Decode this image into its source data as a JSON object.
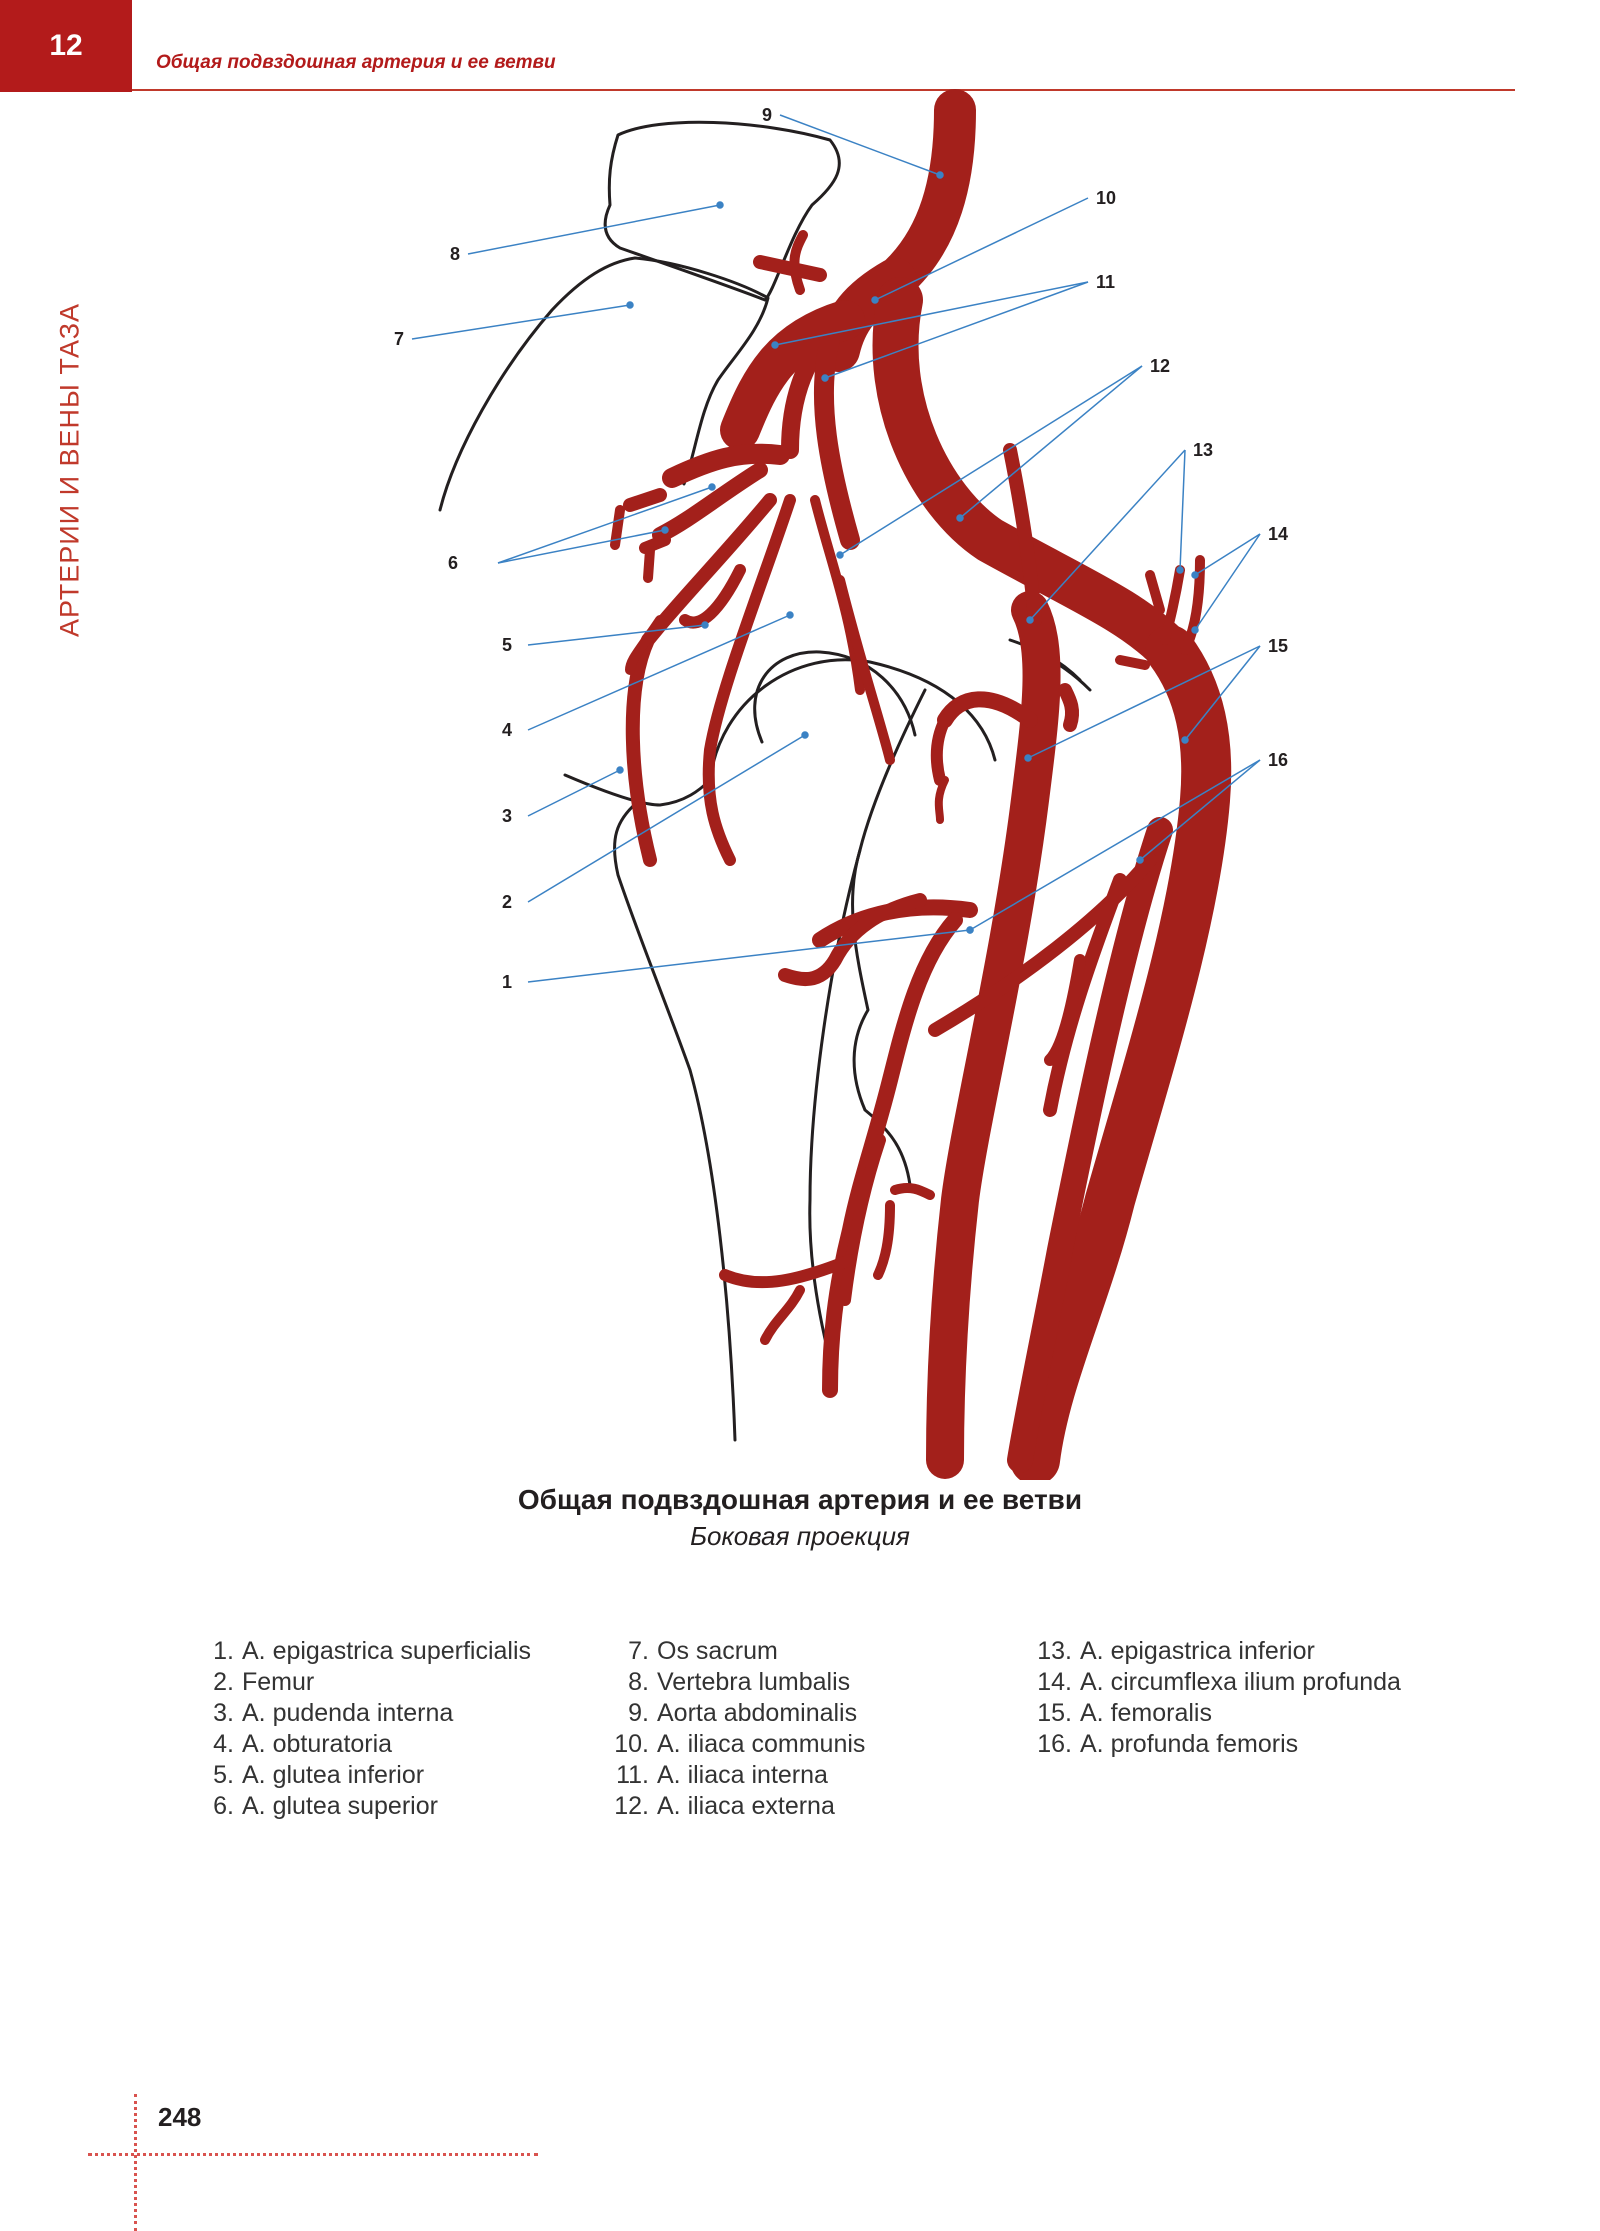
{
  "header": {
    "chapter_number": "12",
    "running_title": "Общая подвздошная артерия и ее ветви",
    "side_label": "АРТЕРИИ И ВЕНЫ ТАЗА"
  },
  "figure": {
    "caption_title": "Общая подвздошная артерия и ее ветви",
    "caption_subtitle": "Боковая проекция",
    "callouts": [
      "1",
      "2",
      "3",
      "4",
      "5",
      "6",
      "7",
      "8",
      "9",
      "10",
      "11",
      "12",
      "13",
      "14",
      "15",
      "16"
    ]
  },
  "legend": {
    "columns": [
      [
        {
          "num": "1.",
          "text": "A. epigastrica superficialis"
        },
        {
          "num": "2.",
          "text": "Femur"
        },
        {
          "num": "3.",
          "text": "A. pudenda interna"
        },
        {
          "num": "4.",
          "text": "A. obturatoria"
        },
        {
          "num": "5.",
          "text": "A. glutea inferior"
        },
        {
          "num": "6.",
          "text": "A. glutea superior"
        }
      ],
      [
        {
          "num": "7.",
          "text": "Os sacrum"
        },
        {
          "num": "8.",
          "text": "Vertebra lumbalis"
        },
        {
          "num": "9.",
          "text": "Aorta abdominalis"
        },
        {
          "num": "10.",
          "text": "A. iliaca communis"
        },
        {
          "num": "11.",
          "text": "A. iliaca interna"
        },
        {
          "num": "12.",
          "text": "A. iliaca externa"
        }
      ],
      [
        {
          "num": "13.",
          "text": "A. epigastrica inferior"
        },
        {
          "num": "14.",
          "text": "A. circumflexa ilium profunda"
        },
        {
          "num": "15.",
          "text": "A. femoralis"
        },
        {
          "num": "16.",
          "text": "A. profunda femoris"
        }
      ]
    ]
  },
  "footer": {
    "page_number": "248"
  },
  "colors": {
    "accent": "#b31b1b",
    "artery": "#a3201b",
    "outline": "#231f20",
    "leader": "#3b82c4"
  }
}
